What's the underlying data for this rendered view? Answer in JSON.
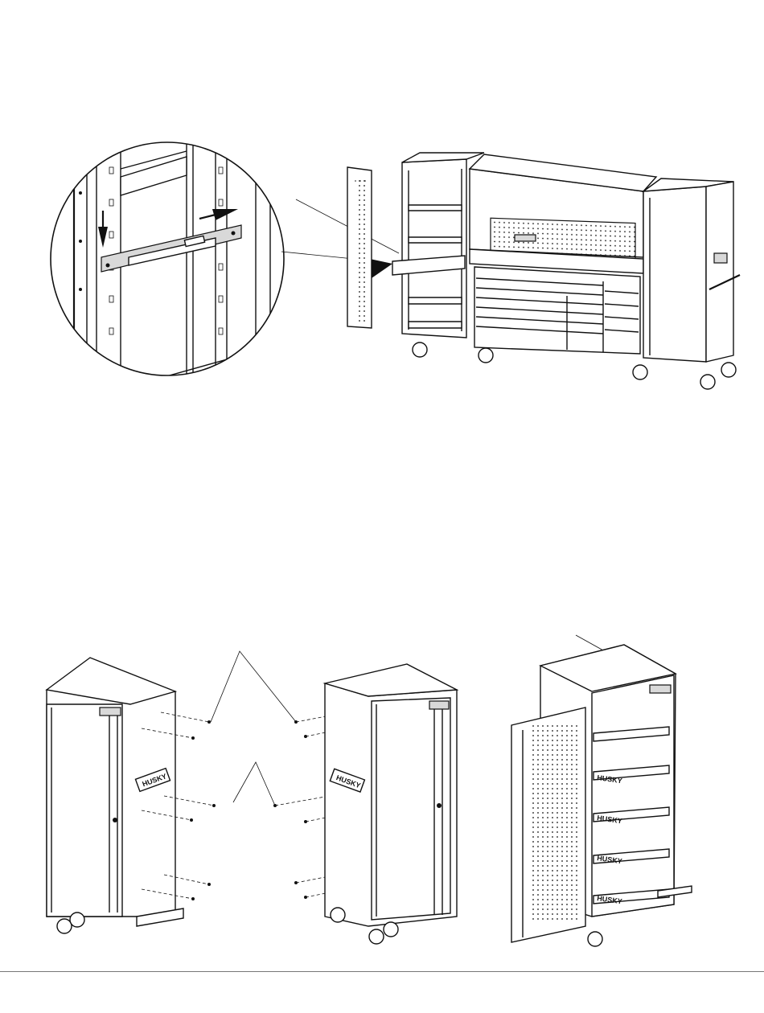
{
  "brand": {
    "logo_text": "HUSKY"
  },
  "figures": {
    "top": {
      "name": "shelf-slide-installation"
    },
    "bottom_left": {
      "name": "left-side-cabinet"
    },
    "bottom_middle": {
      "name": "right-side-cabinet"
    },
    "bottom_right": {
      "name": "cabinet-with-shelves"
    }
  },
  "colors": {
    "line": "#111111",
    "panel_fill": "#d9d9d9",
    "footer_rule": "#777777"
  }
}
